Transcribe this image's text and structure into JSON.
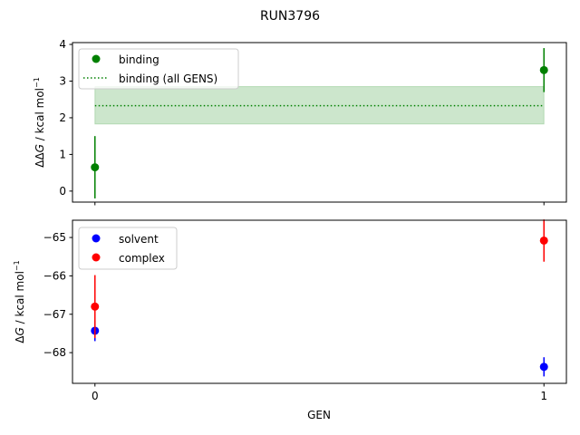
{
  "title": "RUN3796",
  "colors": {
    "binding": "#008000",
    "binding_band": "#008000",
    "solvent": "#0000ff",
    "complex": "#ff0000",
    "axis": "#000000"
  },
  "chart_data": [
    {
      "type": "scatter",
      "ylabel_main": "ΔΔ",
      "ylabel_var": "G",
      "ylabel_unit": " / kcal mol",
      "ylabel_sup": "−1",
      "ylim": [
        -0.3,
        4.05
      ],
      "yticks": [
        0,
        1,
        2,
        3,
        4
      ],
      "ytick_labels": [
        "0",
        "1",
        "2",
        "3",
        "4"
      ],
      "xlim": [
        -0.05,
        1.05
      ],
      "xticks": [
        0,
        1
      ],
      "grid": false,
      "legend": "top-left",
      "series": [
        {
          "name": "binding",
          "color": "#008000",
          "x": [
            0,
            1
          ],
          "y": [
            0.65,
            3.3
          ],
          "yerr": [
            0.85,
            0.6
          ]
        }
      ],
      "reference": {
        "name": "binding (all GENS)",
        "color": "#008000",
        "style": "dotted",
        "value": 2.33,
        "band": [
          1.83,
          2.85
        ]
      }
    },
    {
      "type": "scatter",
      "ylabel_main": "Δ",
      "ylabel_var": "G",
      "ylabel_unit": " / kcal mol",
      "ylabel_sup": "−1",
      "ylim": [
        -68.8,
        -64.55
      ],
      "yticks": [
        -68,
        -67,
        -66,
        -65
      ],
      "ytick_labels": [
        "−68",
        "−67",
        "−66",
        "−65"
      ],
      "xlim": [
        -0.05,
        1.05
      ],
      "xticks": [
        0,
        1
      ],
      "xtick_labels": [
        "0",
        "1"
      ],
      "xlabel": "GEN",
      "grid": false,
      "legend": "top-left",
      "series": [
        {
          "name": "solvent",
          "color": "#0000ff",
          "x": [
            0,
            1
          ],
          "y": [
            -67.43,
            -68.37
          ],
          "yerr": [
            0.27,
            0.25
          ]
        },
        {
          "name": "complex",
          "color": "#ff0000",
          "x": [
            0,
            1
          ],
          "y": [
            -66.8,
            -65.08
          ],
          "yerr": [
            0.82,
            0.55
          ]
        }
      ]
    }
  ]
}
